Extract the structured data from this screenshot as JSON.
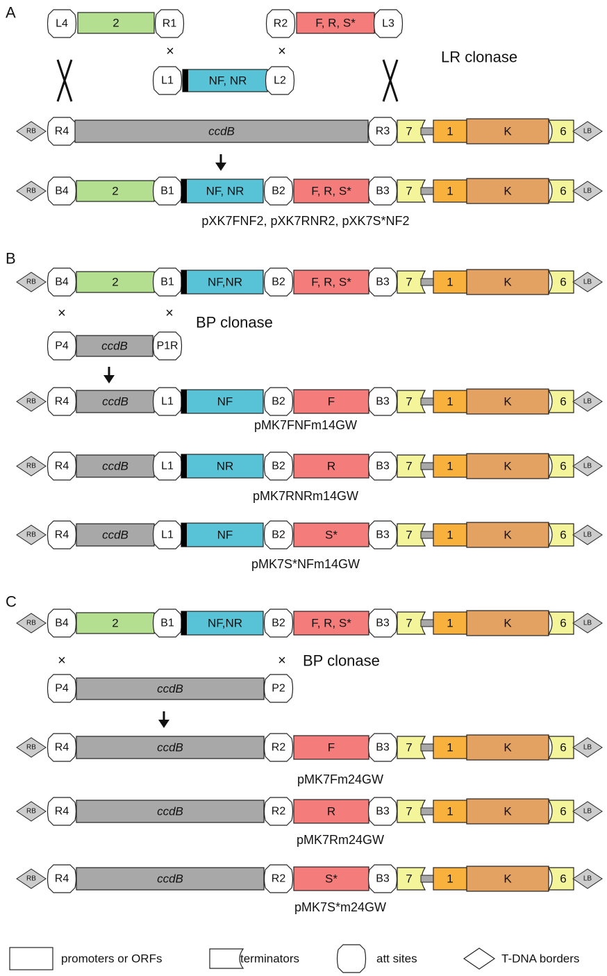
{
  "colors": {
    "green": "#b5df90",
    "red": "#f47d7c",
    "blue": "#58c3d6",
    "gray": "#a8a8a8",
    "yellow": "#f4f49b",
    "orange": "#f9b13d",
    "tan": "#e3a162",
    "site": "#ffffff",
    "border": "#cccccc",
    "outline": "#222222"
  },
  "symbols": {
    "cross": "×",
    "big_cross": "arrow-x-icon",
    "arrow": "down-arrow-icon"
  },
  "panels": {
    "A": {
      "letter": "A",
      "inserts": {
        "left": {
          "site_left": "L4",
          "label": "2",
          "site_right": "R1"
        },
        "right": {
          "site_left": "R2",
          "label": "F, R, S*",
          "site_right": "L3"
        },
        "middle": {
          "site_left": "L1",
          "label": "NF, NR",
          "site_right": "L2"
        }
      },
      "enzyme": "LR clonase",
      "destination": {
        "rb": "RB",
        "site1": "R4",
        "ccdb": "ccdB",
        "site3": "R3",
        "t7": "7",
        "p1": "1",
        "k": "K",
        "t6": "6",
        "lb": "LB"
      },
      "product": {
        "rb": "RB",
        "site1": "B4",
        "g2": "2",
        "site2": "B1",
        "nf": "NF, NR",
        "site3": "B2",
        "frs": "F, R, S*",
        "site4": "B3",
        "t7": "7",
        "p1": "1",
        "k": "K",
        "t6": "6",
        "lb": "LB"
      },
      "product_name": "pXK7FNF2, pXK7RNR2, pXK7S*NF2"
    },
    "B": {
      "letter": "B",
      "source": {
        "rb": "RB",
        "site1": "B4",
        "g2": "2",
        "site2": "B1",
        "nf": "NF,NR",
        "site3": "B2",
        "frs": "F, R, S*",
        "site4": "B3",
        "t7": "7",
        "p1": "1",
        "k": "K",
        "t6": "6",
        "lb": "LB"
      },
      "enzyme": "BP clonase",
      "donor": {
        "site_left": "P4",
        "label": "ccdB",
        "site_right": "P1R"
      },
      "products": [
        {
          "rb": "RB",
          "s1": "R4",
          "ccdb": "ccdB",
          "s2": "L1",
          "nf": "NF",
          "s3": "B2",
          "frs": "F",
          "s4": "B3",
          "t7": "7",
          "p1": "1",
          "k": "K",
          "t6": "6",
          "lb": "LB",
          "name": "pMK7FNFm14GW"
        },
        {
          "rb": "RB",
          "s1": "R4",
          "ccdb": "ccdB",
          "s2": "L1",
          "nf": "NR",
          "s3": "B2",
          "frs": "R",
          "s4": "B3",
          "t7": "7",
          "p1": "1",
          "k": "K",
          "t6": "6",
          "lb": "LB",
          "name": "pMK7RNRm14GW"
        },
        {
          "rb": "RB",
          "s1": "R4",
          "ccdb": "ccdB",
          "s2": "L1",
          "nf": "NF",
          "s3": "B2",
          "frs": "S*",
          "s4": "B3",
          "t7": "7",
          "p1": "1",
          "k": "K",
          "t6": "6",
          "lb": "LB",
          "name": "pMK7S*NFm14GW"
        }
      ]
    },
    "C": {
      "letter": "C",
      "source": {
        "rb": "RB",
        "site1": "B4",
        "g2": "2",
        "site2": "B1",
        "nf": "NF,NR",
        "site3": "B2",
        "frs": "F, R, S*",
        "site4": "B3",
        "t7": "7",
        "p1": "1",
        "k": "K",
        "t6": "6",
        "lb": "LB"
      },
      "enzyme": "BP  clonase",
      "donor": {
        "site_left": "P4",
        "label": "ccdB",
        "site_right": "P2"
      },
      "products": [
        {
          "rb": "RB",
          "s1": "R4",
          "ccdb": "ccdB",
          "s2": "R2",
          "frs": "F",
          "s4": "B3",
          "t7": "7",
          "p1": "1",
          "k": "K",
          "t6": "6",
          "lb": "LB",
          "name": "pMK7Fm24GW"
        },
        {
          "rb": "RB",
          "s1": "R4",
          "ccdb": "ccdB",
          "s2": "R2",
          "frs": "R",
          "s4": "B3",
          "t7": "7",
          "p1": "1",
          "k": "K",
          "t6": "6",
          "lb": "LB",
          "name": "pMK7Rm24GW"
        },
        {
          "rb": "RB",
          "s1": "R4",
          "ccdb": "ccdB",
          "s2": "R2",
          "frs": "S*",
          "s4": "B3",
          "t7": "7",
          "p1": "1",
          "k": "K",
          "t6": "6",
          "lb": "LB",
          "name": "pMK7S*m24GW"
        }
      ]
    }
  },
  "legend": {
    "box": "promoters or ORFs",
    "terminator": "terminators",
    "att": "att sites",
    "border": "T-DNA borders"
  }
}
